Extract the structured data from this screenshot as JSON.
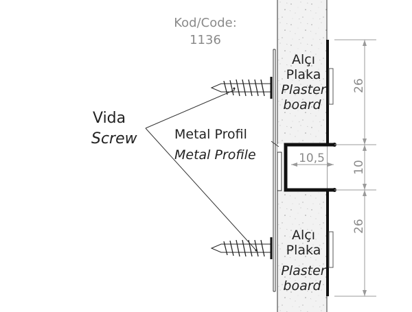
{
  "code": {
    "line1": "Kod/Code:",
    "line2": "1136"
  },
  "screw": {
    "tr": "Vida",
    "en": "Screw"
  },
  "profile": {
    "tr": "Metal Profil",
    "en": "Metal Profile"
  },
  "board_top": {
    "tr1": "Alçı",
    "tr2": "Plaka",
    "en1": "Plaster",
    "en2": "board"
  },
  "board_bottom": {
    "tr1": "Alçı",
    "tr2": "Plaka",
    "en1": "Plaster",
    "en2": "board"
  },
  "dimensions": {
    "top": "26",
    "mid": "10",
    "bottom": "26",
    "width": "10,5"
  },
  "colors": {
    "board": "#f1f1f1",
    "profile": "#111111",
    "dim": "#8a8a8a"
  }
}
